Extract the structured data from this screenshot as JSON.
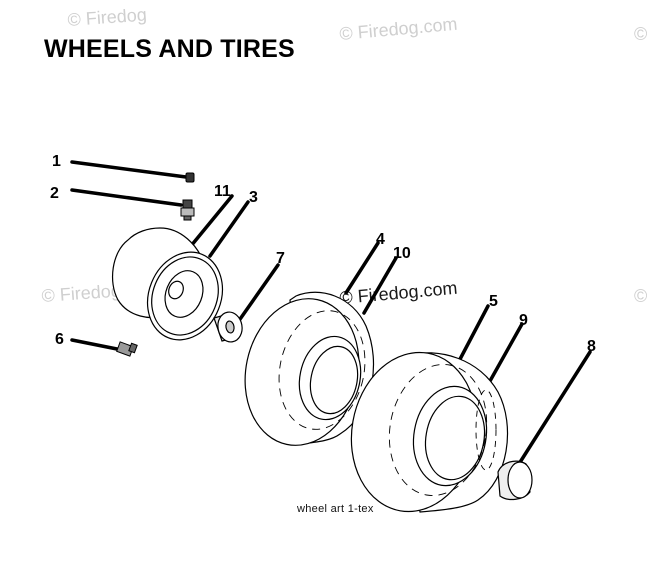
{
  "title": "WHEELS AND TIRES",
  "caption": "wheel  art  1-tex",
  "watermark": "© Firedog.com",
  "watermark_partial": "© Firedog",
  "watermark_symbol": "©",
  "callouts": [
    "1",
    "2",
    "11",
    "3",
    "7",
    "4",
    "10",
    "5",
    "9",
    "8",
    "6"
  ]
}
